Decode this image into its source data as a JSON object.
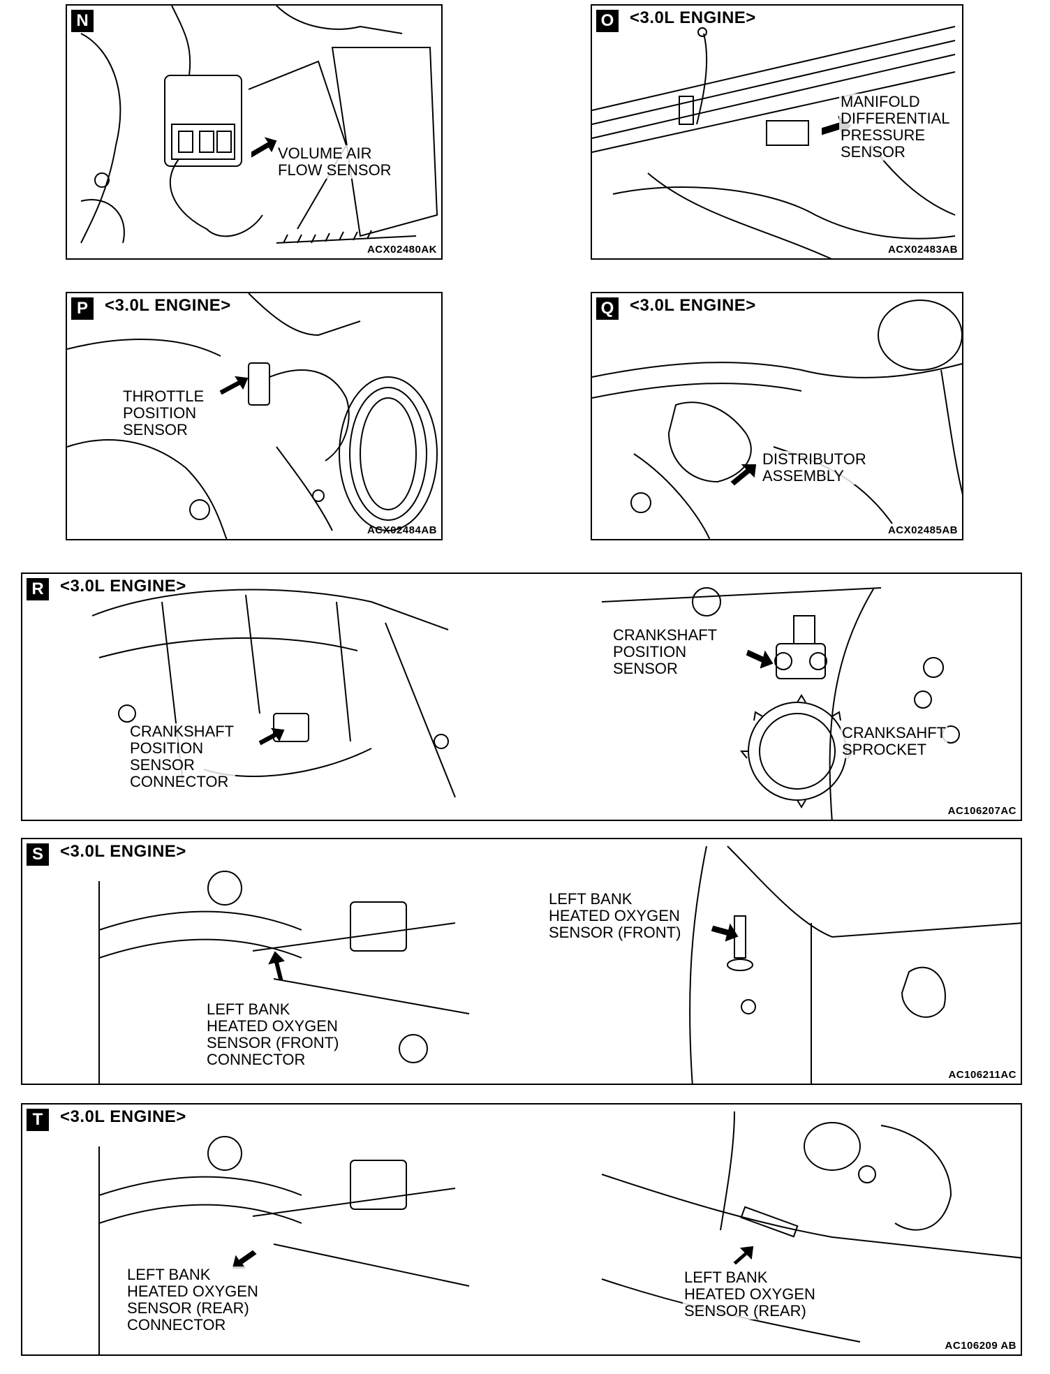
{
  "panels": {
    "n": {
      "letter": "N",
      "engine": "",
      "code": "ACX02480AK",
      "labels": [
        "VOLUME AIR\nFLOW SENSOR"
      ]
    },
    "o": {
      "letter": "O",
      "engine": "<3.0L ENGINE>",
      "code": "ACX02483AB",
      "labels": [
        "MANIFOLD\nDIFFERENTIAL\nPRESSURE\nSENSOR"
      ]
    },
    "p": {
      "letter": "P",
      "engine": "<3.0L ENGINE>",
      "code": "ACX02484AB",
      "labels": [
        "THROTTLE\nPOSITION\nSENSOR"
      ]
    },
    "q": {
      "letter": "Q",
      "engine": "<3.0L ENGINE>",
      "code": "ACX02485AB",
      "labels": [
        "DISTRIBUTOR\nASSEMBLY"
      ]
    },
    "r": {
      "letter": "R",
      "engine": "<3.0L ENGINE>",
      "code": "AC106207AC",
      "labels": [
        "CRANKSHAFT\nPOSITION\nSENSOR\nCONNECTOR",
        "CRANKSHAFT\nPOSITION\nSENSOR",
        "CRANKSAHFT\nSPROCKET"
      ]
    },
    "s": {
      "letter": "S",
      "engine": "<3.0L ENGINE>",
      "code": "AC106211AC",
      "labels": [
        "LEFT BANK\nHEATED OXYGEN\nSENSOR (FRONT)\nCONNECTOR",
        "LEFT BANK\nHEATED OXYGEN\nSENSOR (FRONT)"
      ]
    },
    "t": {
      "letter": "T",
      "engine": "<3.0L ENGINE>",
      "code": "AC106209 AB",
      "labels": [
        "LEFT BANK\nHEATED OXYGEN\nSENSOR (REAR)\nCONNECTOR",
        "LEFT BANK\nHEATED OXYGEN\nSENSOR (REAR)"
      ]
    }
  },
  "colors": {
    "ink": "#000000",
    "paper": "#ffffff"
  }
}
